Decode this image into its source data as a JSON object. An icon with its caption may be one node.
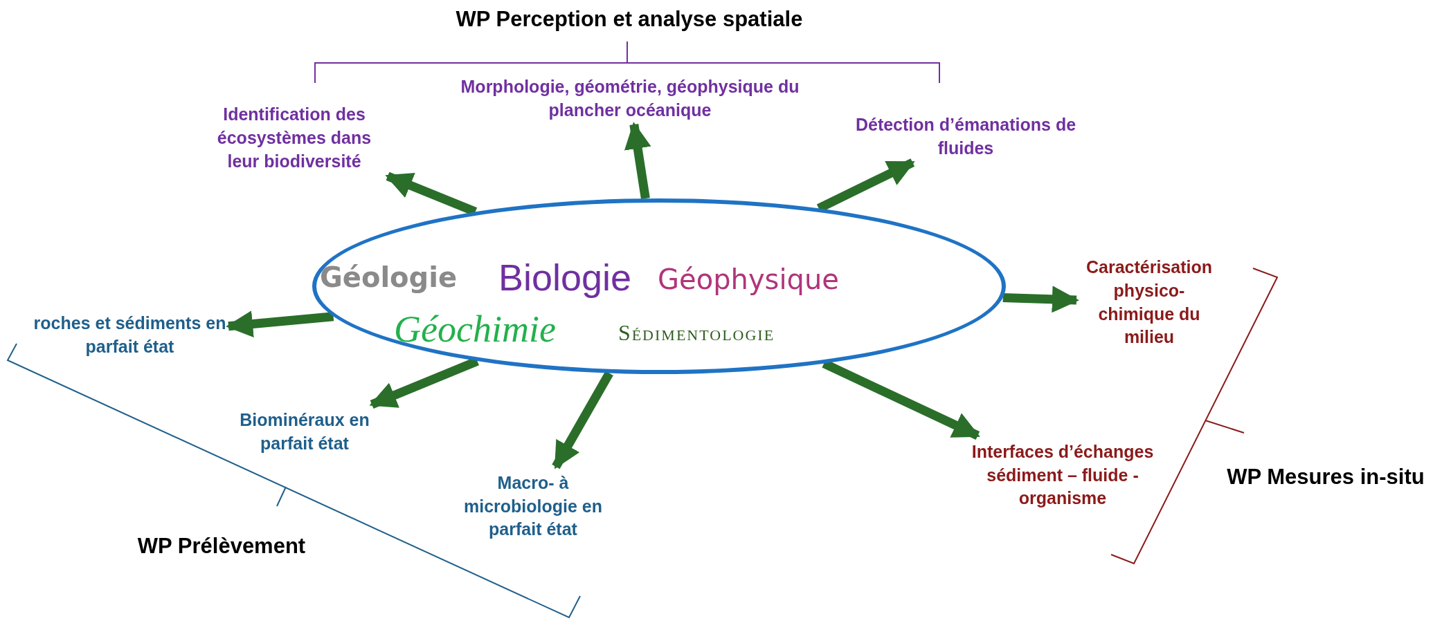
{
  "diagram": {
    "nodes": [
      {
        "text": [
          "Géologie",
          "Biologie",
          "Géophysique",
          "Géochimie",
          "Sédimentologie"
        ]
      },
      {
        "text": [
          "Identification des écosystèmes dans leur biodiversité"
        ]
      },
      {
        "text": [
          "Morphologie, géométrie, géophysique du plancher océanique"
        ]
      },
      {
        "text": [
          "Détection d’émanations de fluides"
        ]
      },
      {
        "text": [
          "Caractérisation physico-chimique du milieu"
        ]
      },
      {
        "text": [
          "Interfaces d’échanges sédiment – fluide - organisme"
        ]
      },
      {
        "text": [
          "Macro- à microbiologie en parfait état"
        ]
      },
      {
        "text": [
          "Biominéraux en parfait état"
        ]
      },
      {
        "text": [
          "roches et sédiments en parfait état"
        ]
      }
    ],
    "edges": [
      {
        "from": 0,
        "to": 1,
        "arrow": "to"
      },
      {
        "from": 0,
        "to": 2,
        "arrow": "to"
      },
      {
        "from": 0,
        "to": 3,
        "arrow": "to"
      },
      {
        "from": 0,
        "to": 4,
        "arrow": "to"
      },
      {
        "from": 0,
        "to": 5,
        "arrow": "to"
      },
      {
        "from": 0,
        "to": 6,
        "arrow": "to"
      },
      {
        "from": 0,
        "to": 7,
        "arrow": "to"
      },
      {
        "from": 0,
        "to": 8,
        "arrow": "to"
      }
    ],
    "labels": [
      "WP Perception et analyse spatiale",
      "WP Mesures in-situ",
      "WP Prélèvement"
    ]
  }
}
